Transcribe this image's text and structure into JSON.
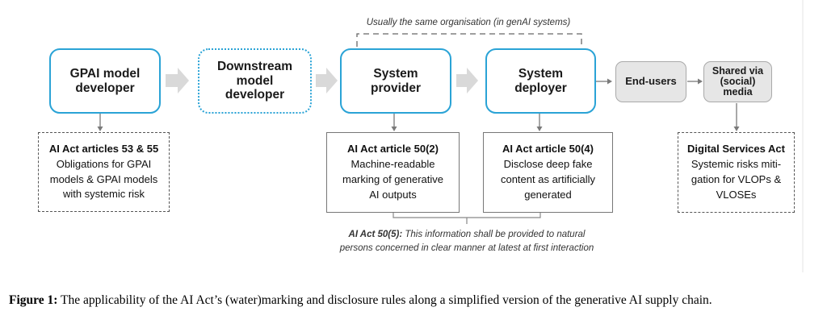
{
  "top_label": "Usually the same organisation (in genAI systems)",
  "nodes": {
    "gpai": [
      "GPAI model",
      "developer"
    ],
    "downstream": [
      "Downstream",
      "model",
      "developer"
    ],
    "provider": [
      "System",
      "provider"
    ],
    "deployer": [
      "System",
      "deployer"
    ],
    "endusers": [
      "End-users"
    ],
    "shared": [
      "Shared via",
      "(social)",
      "media"
    ]
  },
  "notes": {
    "gpai": {
      "heading": "AI Act articles 53 & 55",
      "lines": [
        "Obligations for GPAI",
        "models & GPAI models",
        "with systemic risk"
      ]
    },
    "provider": {
      "heading": "AI Act article 50(2)",
      "lines": [
        "Machine-readable",
        "marking of generative",
        "AI outputs"
      ]
    },
    "deployer": {
      "heading": "AI Act article 50(4)",
      "lines": [
        "Disclose deep fake",
        "content as artificially",
        "generated"
      ]
    },
    "dsa": {
      "heading": "Digital Services Act",
      "lines": [
        "Systemic risks miti-",
        "gation for VLOPs &",
        "VLOSEs"
      ]
    }
  },
  "bottom_note": {
    "bold": "AI Act 50(5):",
    "line1": " This information shall be provided to natural",
    "line2": "persons concerned in clear manner at latest at first interaction"
  },
  "caption": {
    "bold": "Figure 1:",
    "text": " The applicability of the AI Act’s (water)marking and disclosure rules along a simplified version of the generative AI supply chain."
  },
  "colors": {
    "node_border": "#2aa3d6",
    "grey_node": "#e6e6e6",
    "arrow_fill": "#d9d9d9",
    "connector": "#7a7a7a"
  }
}
